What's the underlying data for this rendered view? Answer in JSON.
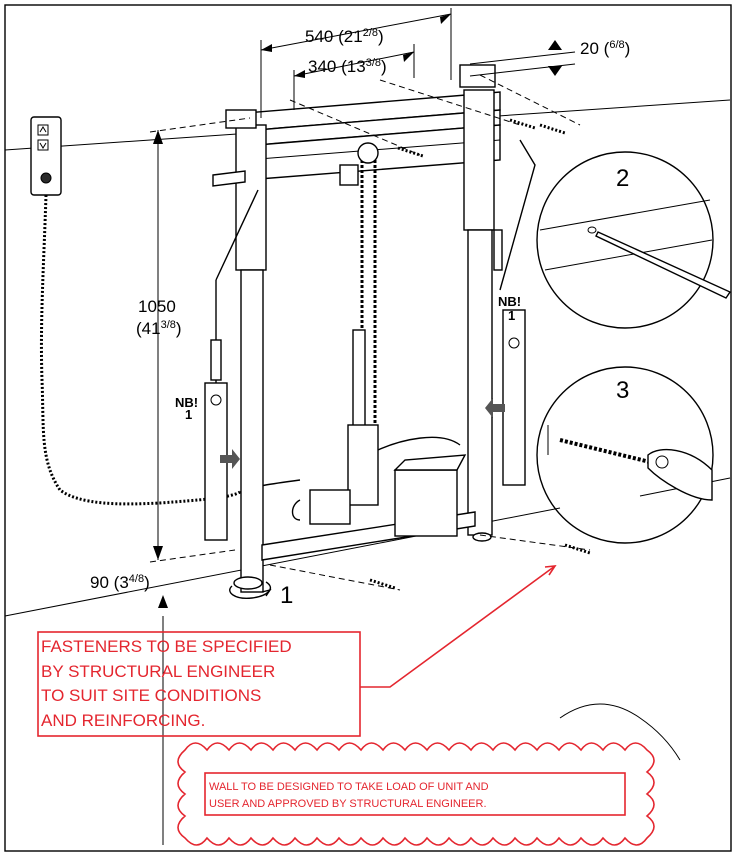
{
  "dimensions": {
    "width_outer": {
      "value": "540",
      "frac_whole": "21",
      "frac_num": "2",
      "frac_den": "8"
    },
    "width_inner": {
      "value": "340",
      "frac_whole": "13",
      "frac_num": "3",
      "frac_den": "8"
    },
    "depth": {
      "value": "20",
      "frac_num": "6",
      "frac_den": "8"
    },
    "height": {
      "value": "1050",
      "frac_whole": "41",
      "frac_num": "3",
      "frac_den": "8"
    },
    "floor": {
      "value": "90",
      "frac_whole": "3",
      "frac_num": "4",
      "frac_den": "8"
    }
  },
  "step_labels": {
    "one": "1",
    "two": "2",
    "three": "3"
  },
  "nb_labels": {
    "left_text": "NB!",
    "left_num": "1",
    "right_text": "NB!",
    "right_num": "1"
  },
  "fastener_note": {
    "lines": [
      "FASTENERS TO BE SPECIFIED",
      "BY STRUCTURAL ENGINEER",
      "TO SUIT SITE CONDITIONS",
      "AND REINFORCING."
    ]
  },
  "wall_note": {
    "lines": [
      "WALL TO BE DESIGNED TO TAKE LOAD OF UNIT AND",
      "USER AND APPROVED BY STRUCTURAL ENGINEER."
    ]
  },
  "colors": {
    "markup_red": "#e4262f",
    "line_black": "#000000"
  }
}
